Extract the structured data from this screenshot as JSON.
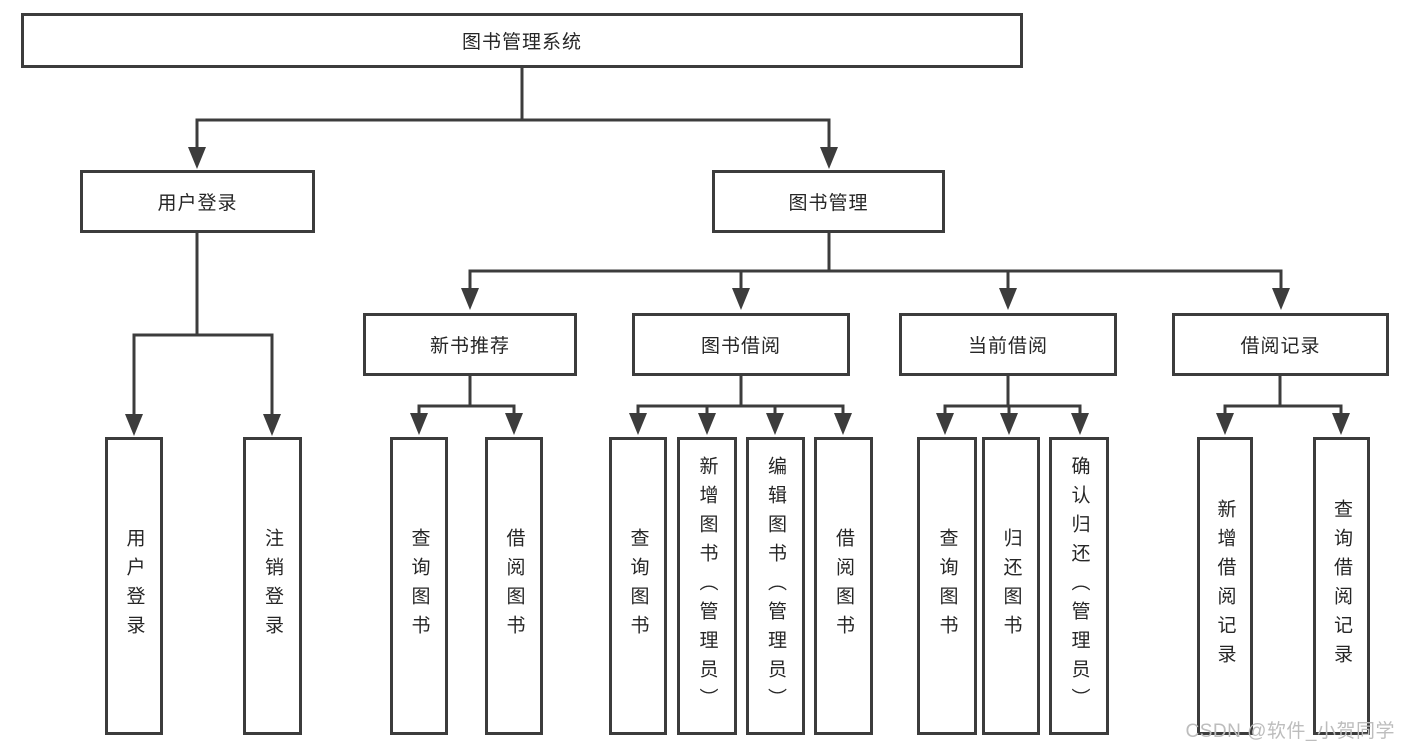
{
  "colors": {
    "line": "#3c3c3c",
    "box_border": "#3c3c3c",
    "text": "#262626",
    "background": "#ffffff",
    "watermark": "#bdbdbd"
  },
  "watermark": {
    "text": "CSDN @软件_小贺同学"
  },
  "tree": {
    "label": "图书管理系统",
    "children": [
      {
        "label": "用户登录",
        "children": [
          {
            "label": "用户登录"
          },
          {
            "label": "注销登录"
          }
        ]
      },
      {
        "label": "图书管理",
        "children": [
          {
            "label": "新书推荐",
            "children": [
              {
                "label": "查询图书"
              },
              {
                "label": "借阅图书"
              }
            ]
          },
          {
            "label": "图书借阅",
            "children": [
              {
                "label": "查询图书"
              },
              {
                "label": "新增图书（管理员）"
              },
              {
                "label": "编辑图书（管理员）"
              },
              {
                "label": "借阅图书"
              }
            ]
          },
          {
            "label": "当前借阅",
            "children": [
              {
                "label": "查询图书"
              },
              {
                "label": "归还图书"
              },
              {
                "label": "确认归还（管理员）"
              }
            ]
          },
          {
            "label": "借阅记录",
            "children": [
              {
                "label": "新增借阅记录"
              },
              {
                "label": "查询借阅记录"
              }
            ]
          }
        ]
      }
    ]
  }
}
